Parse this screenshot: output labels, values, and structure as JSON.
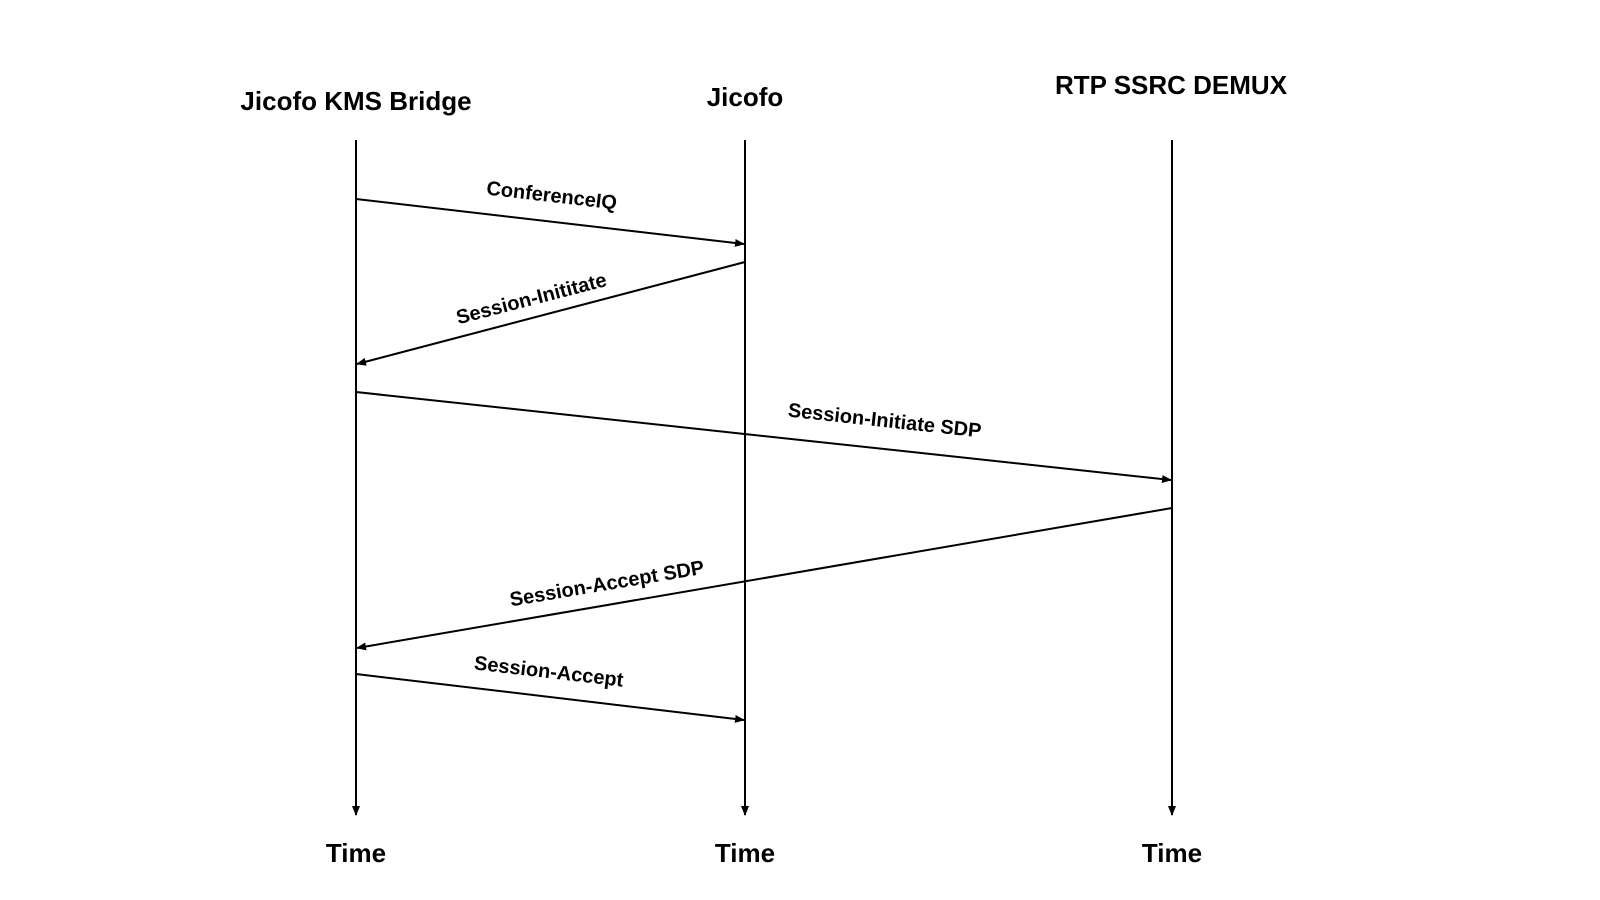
{
  "participants": [
    {
      "id": "kms",
      "name": "Jicofo KMS Bridge"
    },
    {
      "id": "jicofo",
      "name": "Jicofo"
    },
    {
      "id": "demux",
      "name": "RTP SSRC DEMUX"
    }
  ],
  "time_label": "Time",
  "messages": [
    {
      "from": "kms",
      "to": "jicofo",
      "label": "ConferenceIQ"
    },
    {
      "from": "jicofo",
      "to": "kms",
      "label": "Session-Inititate"
    },
    {
      "from": "kms",
      "to": "demux",
      "label": "Session-Initiate SDP"
    },
    {
      "from": "demux",
      "to": "kms",
      "label": "Session-Accept SDP"
    },
    {
      "from": "kms",
      "to": "jicofo",
      "label": "Session-Accept"
    }
  ],
  "colors": {
    "line": "#000000",
    "text": "#000000",
    "background": "#ffffff"
  }
}
